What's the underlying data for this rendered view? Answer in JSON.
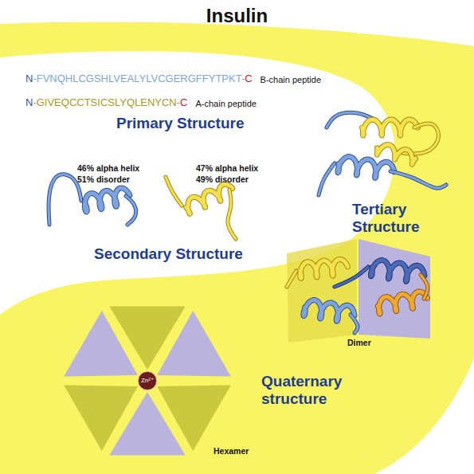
{
  "diagram": {
    "title": "Insulin",
    "nodes": [
      {
        "text": [
          "Zn²⁺"
        ]
      }
    ],
    "labels": [
      "N",
      "-FVNQHLCGSHLVEALYLVCGERGFFYTPKT-",
      "C",
      "B-chain peptide",
      "N",
      "-GIVEQCCTSICSLYQLENYCN-",
      "C",
      "A-chain peptide",
      "Primary Structure",
      "46% alpha helix",
      "51% disorder",
      "47% alpha helix",
      "49% disorder",
      "Secondary Structure",
      "Tertiary Structure",
      "Dimer",
      "Quaternary structure",
      "Hexamer"
    ]
  }
}
